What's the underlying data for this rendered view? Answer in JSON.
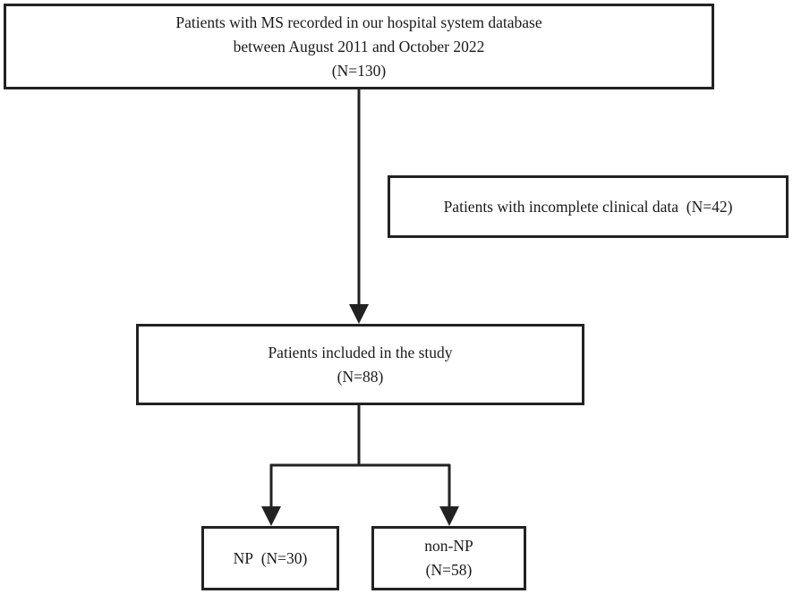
{
  "boxes": {
    "top": {
      "line1": "Patients with MS recorded in our hospital system database",
      "line2": "between August 2011 and October 2022",
      "line3": "(N=130)"
    },
    "excluded": {
      "line1": "Patients with incomplete clinical data  (N=42)"
    },
    "included": {
      "line1": "Patients included in the study",
      "line2": "(N=88)"
    },
    "np": {
      "line1": "NP  (N=30)"
    },
    "non_np": {
      "line1": "non-NP",
      "line2": "(N=58)"
    }
  },
  "colors": {
    "stroke": "#222222",
    "background": "#ffffff"
  }
}
